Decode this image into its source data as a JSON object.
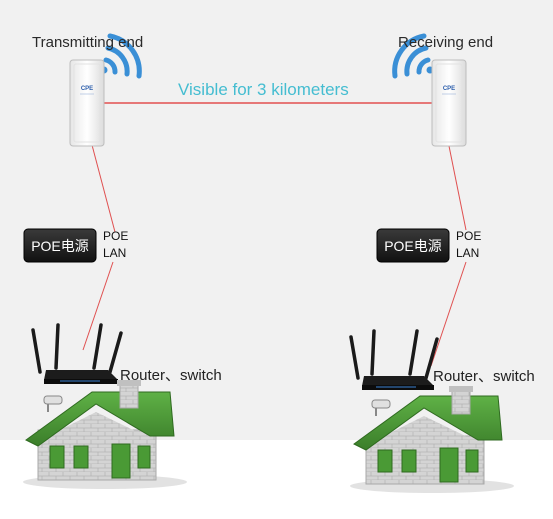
{
  "transmitter": {
    "label": "Transmitting end",
    "device_text": "CPE"
  },
  "receiver": {
    "label": "Receiving end",
    "device_text": "CPE"
  },
  "link": {
    "distance_label": "Visible for 3 kilometers"
  },
  "poe_left": {
    "text": "POE电源",
    "port1": "POE",
    "port2": "LAN"
  },
  "poe_right": {
    "text": "POE电源",
    "port1": "POE",
    "port2": "LAN"
  },
  "router_left": {
    "label": "Router、switch"
  },
  "router_right": {
    "label": "Router、switch"
  },
  "colors": {
    "wifi": "#3a8fd6",
    "link_line": "#e03030",
    "cable": "#e05050",
    "distance_text": "#45bdd1",
    "roof": "#4a9a35",
    "wall": "#cfcfcf"
  }
}
